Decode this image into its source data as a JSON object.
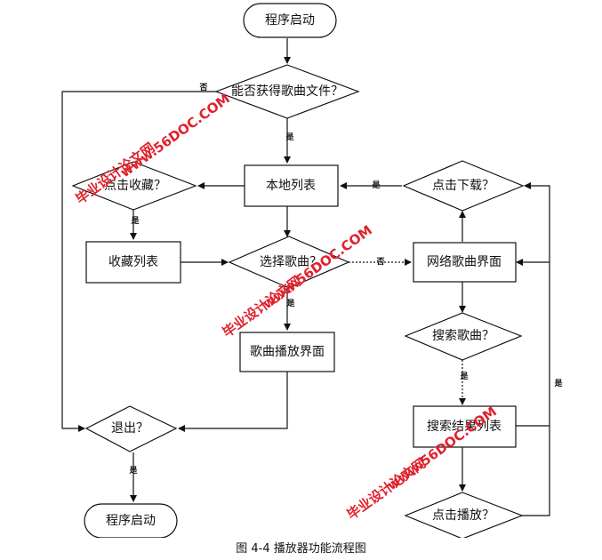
{
  "nodes": {
    "start": "程序启动",
    "get_file": "能否获得歌曲文件？",
    "local_list": "本地列表",
    "click_fav": "点击收藏？",
    "fav_list": "收藏列表",
    "select_song": "选择歌曲？",
    "play_ui": "歌曲播放界面",
    "exit_q": "退出？",
    "end": "程序启动",
    "click_download": "点击下载？",
    "net_ui": "网络歌曲界面",
    "search_song": "搜索歌曲？",
    "search_result": "搜索结果列表",
    "click_play": "点击播放？"
  },
  "edge_labels": {
    "no": "否",
    "yes": "是"
  },
  "watermark": {
    "line1": "毕业设计论文网",
    "line2": "www.56DOC.COM"
  },
  "caption": "图 4-4 播放器功能流程图"
}
